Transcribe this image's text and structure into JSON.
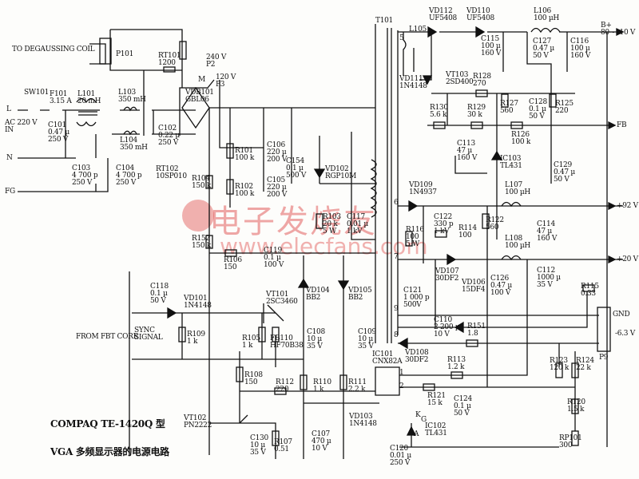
{
  "title": {
    "line1": "COMPAQ TE-1420Q 型",
    "line2": "VGA 多频显示器的电源电路"
  },
  "watermark": {
    "cn": "电子发烧友",
    "url": "www.elecfans.com"
  },
  "terminals": {
    "degauss": [
      "TO DEGAUSSING COIL"
    ],
    "L": [
      "L"
    ],
    "N": [
      "N"
    ],
    "FG": [
      "FG"
    ],
    "ACIN": [
      "AC 220 V",
      "IN"
    ],
    "P2": [
      "240 V",
      "P2"
    ],
    "P3": [
      "120 V",
      "P3"
    ],
    "M": [
      "M"
    ],
    "Bplus": [
      "B+",
      "80~110 V"
    ],
    "FB": [
      "FB"
    ],
    "V92": [
      "+92 V"
    ],
    "V20": [
      "+20 V"
    ],
    "GND": [
      "GND"
    ],
    "V63": [
      "-6.3 V"
    ],
    "P9": [
      "P9"
    ],
    "sync": [
      "FROM FBT CORE"
    ],
    "sync2": [
      "SYNC",
      "SIGNAL"
    ],
    "KGA_K": [
      "K"
    ],
    "KGA_G": [
      "G"
    ],
    "KGA_A": [
      "A"
    ],
    "pin5": [
      "5"
    ],
    "pin6": [
      "6"
    ],
    "pin7": [
      "7"
    ],
    "pin9": [
      "9"
    ],
    "pin8": [
      "8"
    ],
    "pin1": [
      "1"
    ],
    "pin2": [
      "2"
    ]
  },
  "components": {
    "P101": [
      "P101"
    ],
    "RT101": [
      "RT101",
      "1200"
    ],
    "SW101": [
      "SW101"
    ],
    "F101": [
      "F101",
      "3.15 A"
    ],
    "L101": [
      "L101",
      "20 mH"
    ],
    "L103": [
      "L103",
      "350 mH"
    ],
    "L104": [
      "L104",
      "350 mH"
    ],
    "VDB101": [
      "VDB101",
      "GBL06"
    ],
    "C101": [
      "C101",
      "0.47 µ",
      "250 V"
    ],
    "C102": [
      "C102",
      "0.22 µ",
      "250 V"
    ],
    "C103": [
      "C103",
      "4 700 p",
      "250 V"
    ],
    "C104": [
      "C104",
      "4 700 p",
      "250 V"
    ],
    "RT102": [
      "RT102",
      "10SP010"
    ],
    "R101": [
      "R101",
      "100 k"
    ],
    "R102": [
      "R102",
      "100 k"
    ],
    "R104": [
      "R104",
      "150 k"
    ],
    "C106": [
      "C106",
      "220 µ",
      "200 V"
    ],
    "C105": [
      "C105",
      "220 µ",
      "200 V"
    ],
    "C154": [
      "C154",
      "0.1 µ",
      "500 V"
    ],
    "VD102": [
      "VD102",
      "RGP10M"
    ],
    "R103": [
      "R103",
      "20 k",
      "5 W"
    ],
    "C117": [
      "C117",
      "0.01 µ",
      "1 kV"
    ],
    "R152": [
      "R152",
      "150 k"
    ],
    "R106": [
      "R106",
      "150"
    ],
    "C119": [
      "C119",
      "0.1 µ",
      "100 V"
    ],
    "C118": [
      "C118",
      "0.1 µ",
      "50 V"
    ],
    "VD101": [
      "VD101",
      "1N4148"
    ],
    "VT101": [
      "VT101",
      "2SC3460"
    ],
    "VD104": [
      "VD104",
      "BB2"
    ],
    "VD105": [
      "VD105",
      "BB2"
    ],
    "R109": [
      "R109",
      "1 k"
    ],
    "R105": [
      "R105",
      "1 k"
    ],
    "FB110": [
      "FB110",
      "HF70B38"
    ],
    "C108": [
      "C108",
      "10 µ",
      "35 V"
    ],
    "C109": [
      "C109",
      "10 µ",
      "35 V"
    ],
    "R108": [
      "R108",
      "150"
    ],
    "R112": [
      "R112",
      "220"
    ],
    "R110": [
      "R110",
      "1 k"
    ],
    "R111": [
      "R111",
      "2.2 k"
    ],
    "VT102": [
      "VT102",
      "PN2222"
    ],
    "C130": [
      "C130",
      "10 µ",
      "35 V"
    ],
    "R107": [
      "R107",
      "0.51"
    ],
    "C107": [
      "C107",
      "470 µ",
      "10 V"
    ],
    "VD103": [
      "VD103",
      "1N4148"
    ],
    "IC101": [
      "IC101",
      "CNX82A"
    ],
    "T101": [
      "T101"
    ],
    "L105": [
      "L105"
    ],
    "VD112": [
      "VD112",
      "UF5408"
    ],
    "VD110": [
      "VD110",
      "UF5408"
    ],
    "L106": [
      "L106",
      "100 µH"
    ],
    "C115": [
      "C115",
      "100 µ",
      "160 V"
    ],
    "C127": [
      "C127",
      "0.47 µ",
      "50 V"
    ],
    "C116": [
      "C116",
      "100 µ",
      "160 V"
    ],
    "VD111": [
      "VD111",
      "1N4148"
    ],
    "VT103": [
      "VT103",
      "2SD400"
    ],
    "R128": [
      "R128",
      "270"
    ],
    "R130": [
      "R130",
      "5.6 k"
    ],
    "R129": [
      "R129",
      "30 k"
    ],
    "R127": [
      "R127",
      "560"
    ],
    "C128": [
      "C128",
      "0.1 µ",
      "50 V"
    ],
    "R125": [
      "R125",
      "220"
    ],
    "R126": [
      "R126",
      "100 k"
    ],
    "C113": [
      "C113",
      "47 µ",
      "160 V"
    ],
    "IC103": [
      "IC103",
      "TL431"
    ],
    "C129": [
      "C129",
      "0.47 µ",
      "50 V"
    ],
    "VD109": [
      "VD109",
      "1N4937"
    ],
    "L107": [
      "L107",
      "100 µH"
    ],
    "C122": [
      "C122",
      "330 p",
      "1 kV"
    ],
    "R114": [
      "R114",
      "100"
    ],
    "R122": [
      "R122",
      "560"
    ],
    "R116": [
      "R116",
      "100",
      "5 W"
    ],
    "C114": [
      "C114",
      "47 µ",
      "160 V"
    ],
    "L108": [
      "L108",
      "100 µH"
    ],
    "VD107": [
      "VD107",
      "30DF2"
    ],
    "VD106": [
      "VD106",
      "15DF4"
    ],
    "C126": [
      "C126",
      "0.47 µ",
      "100 V"
    ],
    "C112": [
      "C112",
      "1000 µ",
      "35 V"
    ],
    "C121": [
      "C121",
      "1 000 p",
      "500V"
    ],
    "R115": [
      "R115",
      "0.33"
    ],
    "C110": [
      "C110",
      "2 200 µ",
      "10 V"
    ],
    "R151": [
      "R151",
      "1.8"
    ],
    "VD108": [
      "VD108",
      "30DF2"
    ],
    "R113": [
      "R113",
      "1.2 k"
    ],
    "R123": [
      "R123",
      "120 k"
    ],
    "R124": [
      "R124",
      "22 k"
    ],
    "R121": [
      "R121",
      "15 k"
    ],
    "C124": [
      "C124",
      "0.1 µ",
      "50 V"
    ],
    "R120": [
      "R120",
      "1.5 k"
    ],
    "IC102": [
      "IC102",
      "TL431"
    ],
    "RP101": [
      "RP101",
      "300"
    ],
    "C120": [
      "C120",
      "0.01 µ",
      "250 V"
    ]
  }
}
